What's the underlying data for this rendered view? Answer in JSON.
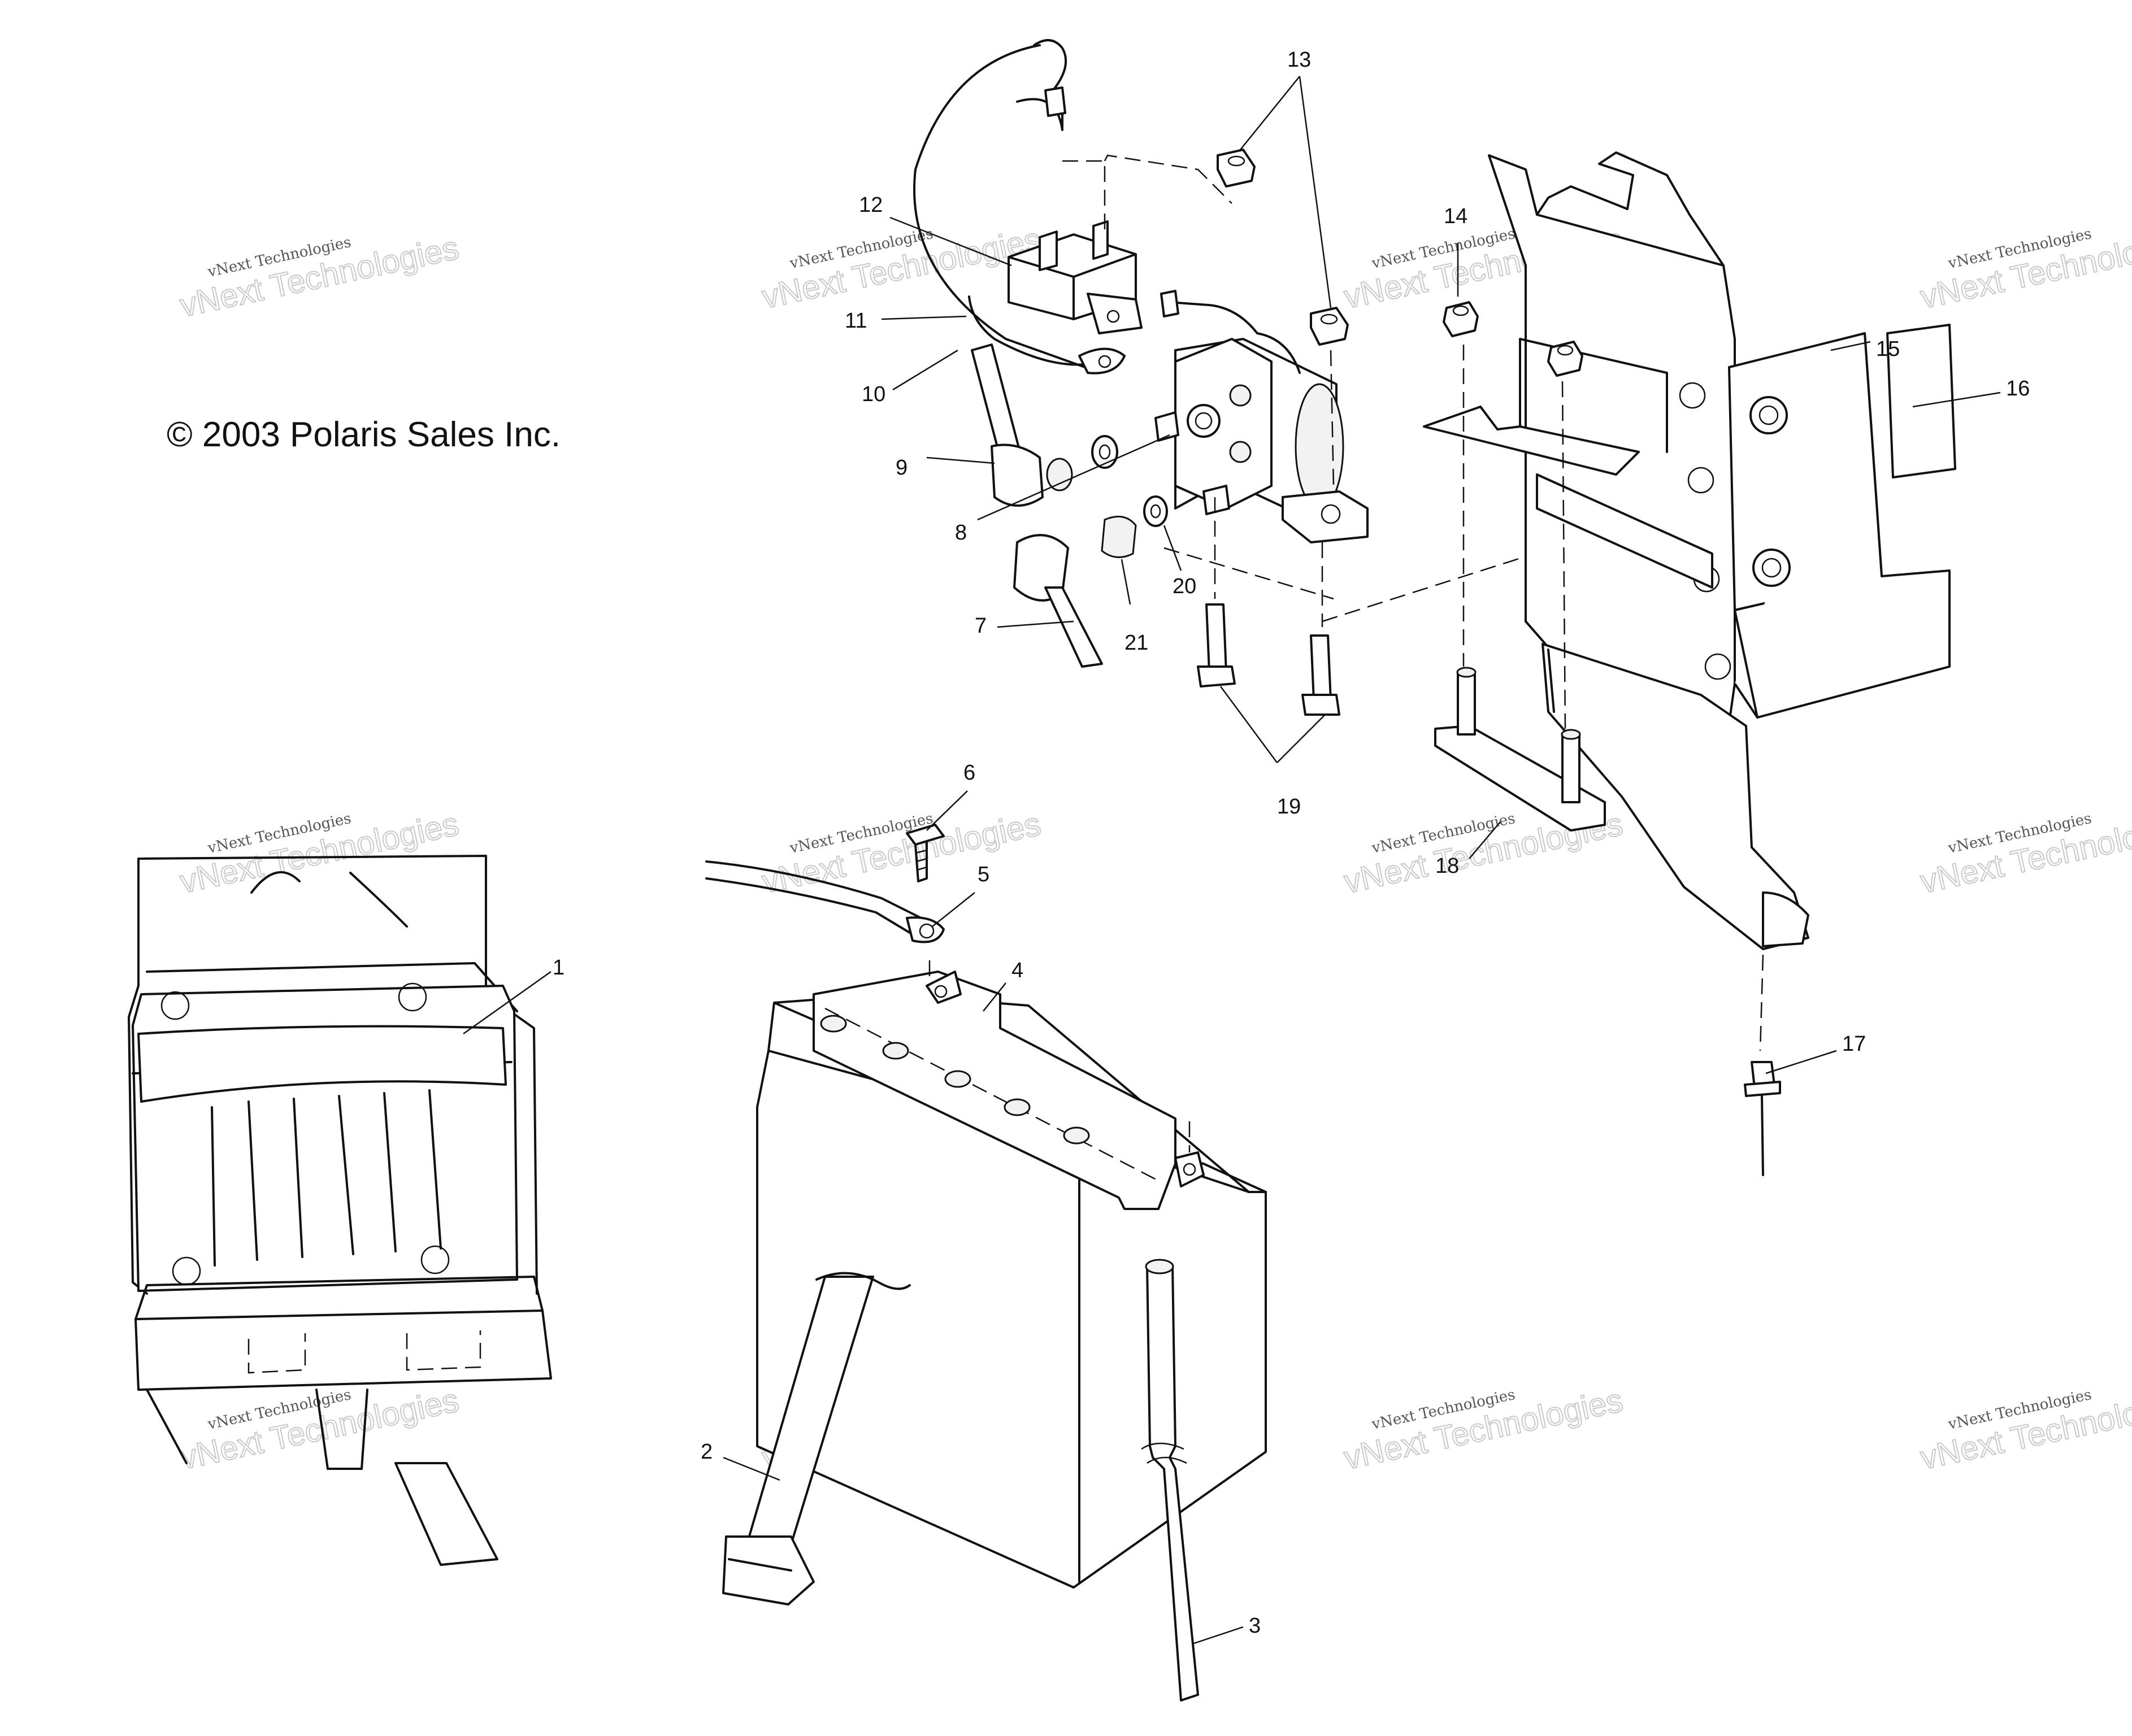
{
  "copyright": "© 2003 Polaris Sales Inc.",
  "watermark": {
    "line1": "vNext Technologies",
    "line2": "vNext Technologies"
  },
  "callouts": [
    "1",
    "2",
    "3",
    "4",
    "5",
    "6",
    "7",
    "8",
    "9",
    "10",
    "11",
    "12",
    "13",
    "14",
    "15",
    "16",
    "17",
    "18",
    "19",
    "20",
    "21"
  ]
}
